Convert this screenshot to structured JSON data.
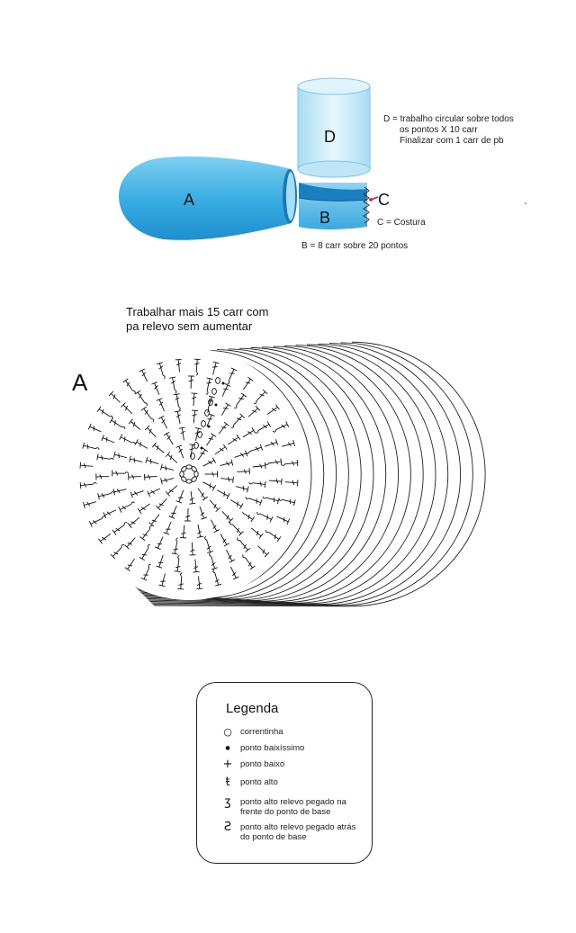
{
  "top_diagram": {
    "part_a_label": "A",
    "part_b_label": "B",
    "part_c_label": "C",
    "part_d_label": "D",
    "note_d_line1": "D = trabalho circular sobre todos",
    "note_d_line2": "os pontos X 10 carr",
    "note_d_line3": "Finalizar com 1 carr de pb",
    "note_c": "C = Costura",
    "note_b": "B = 8 carr sobre 20 pontos",
    "colors": {
      "blue_dark": "#2a9fd8",
      "blue_light": "#bfe6f6",
      "seam_red": "#d4145a"
    }
  },
  "chart": {
    "instruction_line1": "Trabalhar mais 15 carr com",
    "instruction_line2": "pa relevo sem aumentar",
    "part_label": "A",
    "extra_rounds": 15,
    "rounds_drawn": 6,
    "stitches_per_round": 36
  },
  "legend": {
    "title": "Legenda",
    "items": [
      {
        "icon": "chain-symbol-icon",
        "glyph": "○",
        "label": "correntinha"
      },
      {
        "icon": "slip-stitch-symbol-icon",
        "glyph": "●",
        "label": "ponto baixíssimo"
      },
      {
        "icon": "single-crochet-symbol-icon",
        "glyph": "+",
        "label": "ponto baixo"
      },
      {
        "icon": "double-crochet-symbol-icon",
        "glyph": "ŧ",
        "label": "ponto alto"
      },
      {
        "icon": "front-post-dc-symbol-icon",
        "glyph": "ʒ",
        "label": "ponto alto relevo pegado na frente do ponto de base"
      },
      {
        "icon": "back-post-dc-symbol-icon",
        "glyph": "Ƨ",
        "label": "ponto alto relevo pegado atrás do ponto de base"
      }
    ]
  }
}
